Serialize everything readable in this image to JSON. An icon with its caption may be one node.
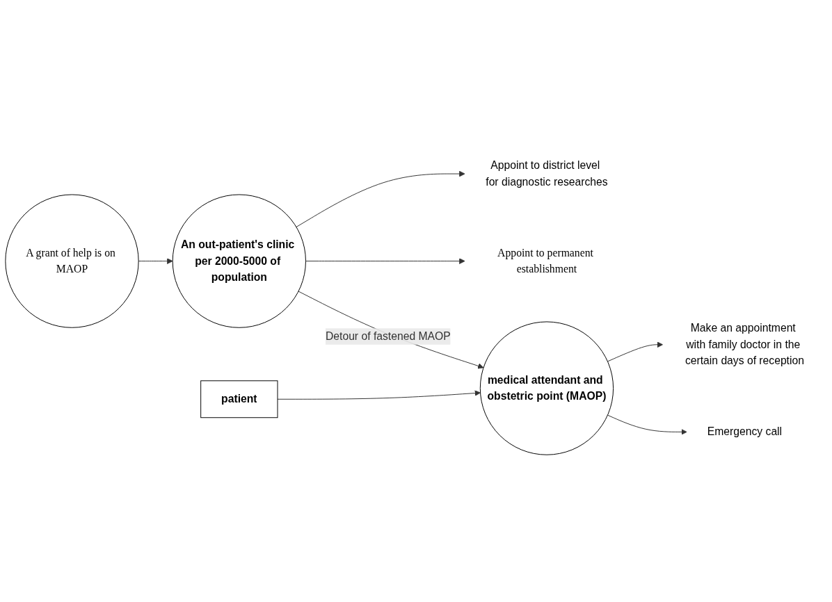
{
  "diagram": {
    "nodes": [
      {
        "text": [
          "An out-patient's clinic per 2000-5000 of population"
        ]
      },
      {
        "text": [
          "Appoint to district level for diagnostic researches"
        ]
      },
      {
        "text": [
          "Appoint to permanent establishment"
        ]
      },
      {
        "text": [
          "A grant of help is on MAOP"
        ]
      },
      {
        "text": [
          "patient"
        ]
      },
      {
        "text": [
          "medical attendant and obstetric point (MAOP)"
        ]
      },
      {
        "text": [
          "Make an appointment with family doctor in the certain days of reception"
        ]
      },
      {
        "text": [
          "Emergency call"
        ]
      }
    ],
    "edges": [
      {
        "from": 0,
        "to": 1,
        "arrow": "to"
      },
      {
        "from": 0,
        "to": 2,
        "arrow": "to"
      },
      {
        "from": 3,
        "to": 0,
        "arrow": "to"
      },
      {
        "from": 0,
        "to": 5,
        "arrow": "to",
        "label": "Detour of fastened MAOP"
      },
      {
        "from": 4,
        "to": 5,
        "arrow": "to"
      },
      {
        "from": 5,
        "to": 6,
        "arrow": "to"
      },
      {
        "from": 5,
        "to": 7,
        "arrow": "to"
      }
    ]
  }
}
